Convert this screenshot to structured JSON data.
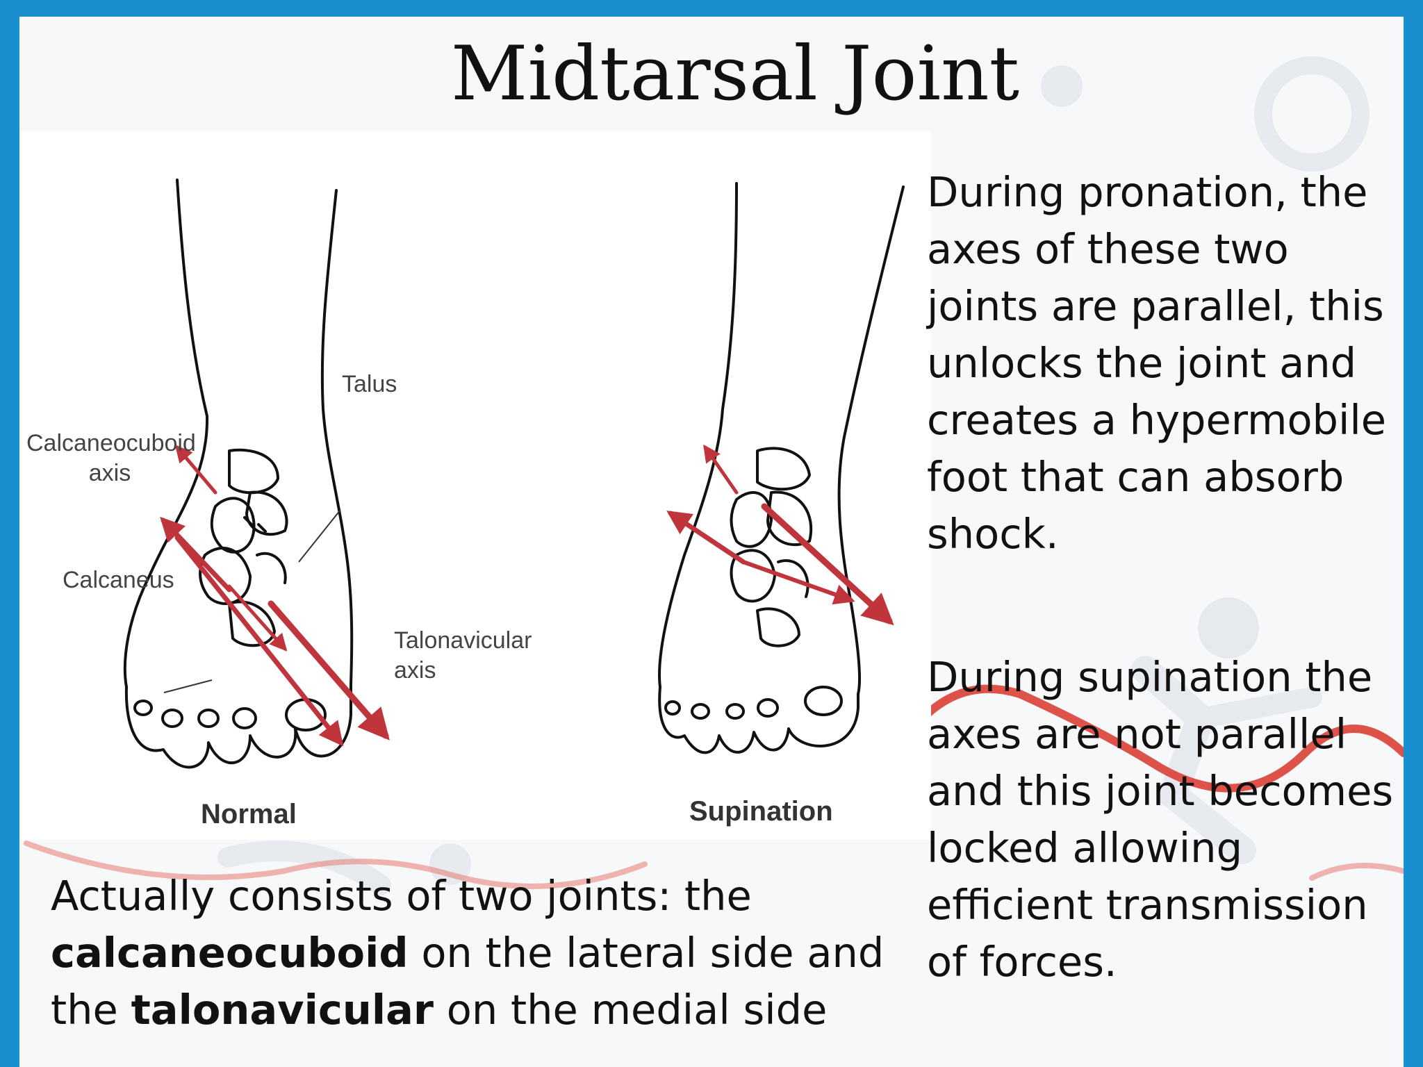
{
  "slide": {
    "title": "Midtarsal Joint",
    "figure": {
      "labels": {
        "talus": "Talus",
        "calcaneocuboid_axis": "Calcaneocuboid\naxis",
        "calcaneus": "Calcaneus",
        "talonavicular_axis": "Talonavicular\naxis"
      },
      "captions": {
        "normal": "Normal",
        "supination": "Supination"
      }
    },
    "pronation_text": "During pronation, the axes of these two joints are parallel, this unlocks the joint and creates a hypermobile foot that can absorb shock.",
    "supination_text": "During supination the axes are not parallel and this joint becomes locked allowing efficient transmission of forces.",
    "bottom_text": {
      "part1": "Actually consists of two joints: the ",
      "term1": "calcaneocuboid",
      "part2": " on the lateral side and the ",
      "term2": "talonavicular",
      "part3": " on the medial side"
    },
    "colors": {
      "frame": "#1a8fd0",
      "arrow": "#c0343c",
      "swoosh": "#d8362c"
    }
  }
}
